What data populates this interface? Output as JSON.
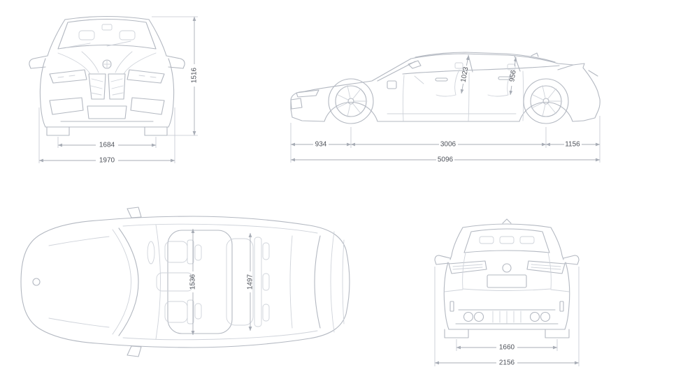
{
  "colors": {
    "car_line": "#b3b8c1",
    "ghost_line": "#cfd3da",
    "dimension_line": "#a8adb6",
    "dimension_text": "#4d5159",
    "background": "#ffffff"
  },
  "views": {
    "front": {
      "dimensions": {
        "overall_height": "1516",
        "front_track": "1684",
        "overall_width": "1970"
      }
    },
    "side": {
      "dimensions": {
        "front_headroom": "1023",
        "rear_headroom": "956",
        "front_overhang": "934",
        "wheelbase": "3006",
        "rear_overhang": "1156",
        "overall_length": "5096"
      }
    },
    "top": {
      "dimensions": {
        "front_interior_width": "1536",
        "rear_interior_width": "1497"
      }
    },
    "rear": {
      "dimensions": {
        "rear_track": "1660",
        "width_incl_mirrors": "2156"
      }
    }
  }
}
